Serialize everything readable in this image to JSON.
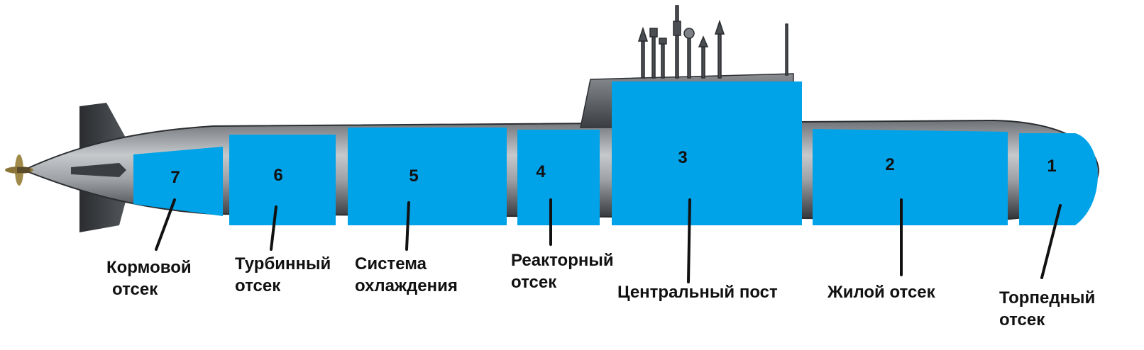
{
  "colors": {
    "compartment_fill": "#00a2e8",
    "hull_dark": "#3a3d41",
    "hull_light": "#b9bcbf",
    "label_text": "#111111"
  },
  "compartments": [
    {
      "number": "1",
      "label_lines": [
        "Торпедный",
        "отсек"
      ]
    },
    {
      "number": "2",
      "label_lines": [
        "Жилой отсек"
      ]
    },
    {
      "number": "3",
      "label_lines": [
        "Центральный пост"
      ]
    },
    {
      "number": "4",
      "label_lines": [
        "Реакторный",
        "отсек"
      ]
    },
    {
      "number": "5",
      "label_lines": [
        "Система",
        "охлаждения"
      ]
    },
    {
      "number": "6",
      "label_lines": [
        "Турбинный",
        "отсек"
      ]
    },
    {
      "number": "7",
      "label_lines": [
        "Кормовой",
        "отсек"
      ]
    }
  ]
}
